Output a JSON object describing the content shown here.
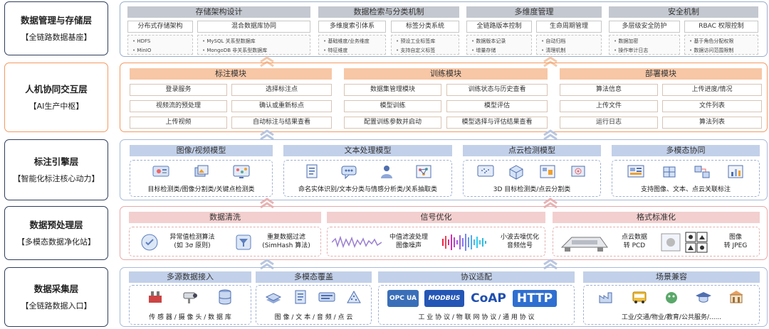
{
  "layers": [
    {
      "title": "数据管理与存储层",
      "subtitle": "【全链路数据基座】"
    },
    {
      "title": "人机协同交互层",
      "subtitle": "【AI生产中枢】"
    },
    {
      "title": "标注引擎层",
      "subtitle": "【智能化标注核心动力】"
    },
    {
      "title": "数据预处理层",
      "subtitle": "【多模态数据净化站】"
    },
    {
      "title": "数据采集层",
      "subtitle": "【全链路数据入口】"
    }
  ],
  "storage": {
    "sections": [
      {
        "title": "存储架构设计",
        "chips": [
          "分布式存储架构",
          "混合数据库协同"
        ],
        "bullets": [
          [
            "HDFS",
            "MinIO"
          ],
          [
            "MySQL 关系型数据库",
            "MongoDB 非关系型数据库"
          ]
        ]
      },
      {
        "title": "数据检索与分类机制",
        "chips": [
          "多维度索引体系",
          "标签分类系统"
        ],
        "bullets": [
          [
            "基础维度/业务维度",
            "特征维度"
          ],
          [
            "预设工业标签库",
            "支持自定义标签"
          ]
        ]
      },
      {
        "title": "多维度管理",
        "chips": [
          "全链路版本控制",
          "生命周期管理"
        ],
        "bullets": [
          [
            "数据版本记录",
            "增量存储"
          ],
          [
            "自动归档",
            "清理机制"
          ]
        ]
      },
      {
        "title": "安全机制",
        "chips": [
          "多层级安全防护",
          "RBAC 权限控制"
        ],
        "bullets": [
          [
            "数据加密",
            "操作审计日志"
          ],
          [
            "基于角色分配权限",
            "数据访问范围限制"
          ]
        ]
      }
    ]
  },
  "interaction": {
    "modules": [
      {
        "title": "标注模块",
        "items": [
          "登录服务",
          "选择标注点",
          "视频流的预处理",
          "确认或重新标点",
          "上传视频",
          "自动标注与结果查看"
        ]
      },
      {
        "title": "训练模块",
        "items": [
          "数据集管理模块",
          "训练状态与历史查看",
          "模型训练",
          "模型评估",
          "配置训练参数并启动",
          "模型选择与评估结果查看"
        ]
      },
      {
        "title": "部署模块",
        "items": [
          "算法信息",
          "上传进度/情况",
          "上传文件",
          "文件列表",
          "运行日志",
          "算法列表"
        ]
      }
    ]
  },
  "engine": {
    "models": [
      {
        "title": "图像/视频模型",
        "caption": "目标检测类/图像分割类/关键点检测类"
      },
      {
        "title": "文本处理模型",
        "caption": "命名实体识别/文本分类与情感分析类/关系抽取类"
      },
      {
        "title": "点云检测模型",
        "caption": "3D 目标检测类/点云分割类"
      },
      {
        "title": "多模态协同",
        "caption": "支持图像、文本、点云关联标注"
      }
    ]
  },
  "preprocess": {
    "sections": [
      {
        "title": "数据清洗",
        "items": [
          {
            "line1": "异常值检测算法",
            "line2": "(如 3σ 原则)"
          },
          {
            "line1": "重复数据过滤",
            "line2": "(SimHash 算法)"
          }
        ]
      },
      {
        "title": "信号优化",
        "items": [
          {
            "line1": "中值滤波处理",
            "line2": "图像噪声"
          },
          {
            "line1": "小波去噪优化",
            "line2": "音频信号"
          }
        ]
      },
      {
        "title": "格式标准化",
        "items": [
          {
            "line1": "点云数据",
            "line2": "转 PCD"
          },
          {
            "line1": "图像",
            "line2": "转 JPEG"
          }
        ]
      }
    ]
  },
  "collection": {
    "sections": [
      {
        "title": "多源数据接入",
        "caption": "传 感 器 / 摄 像 头 / 数 据 库"
      },
      {
        "title": "多模态覆盖",
        "caption": "图 像 / 文 本 / 音 频 / 点 云"
      },
      {
        "title": "协议适配",
        "caption": "工 业 协 议 / 物 联 网 协 议 / 通 用 协 议",
        "logos": [
          "OPC UA",
          "MODBUS",
          "CoAP",
          "HTTP"
        ]
      },
      {
        "title": "场景兼容",
        "caption": "工业/交通/物业/教育/公共服务/......"
      }
    ]
  },
  "colors": {
    "navy": "#2e3d5c",
    "orange": "#f29a62",
    "blue": "#9aaecb",
    "pink": "#e6a9a9"
  }
}
